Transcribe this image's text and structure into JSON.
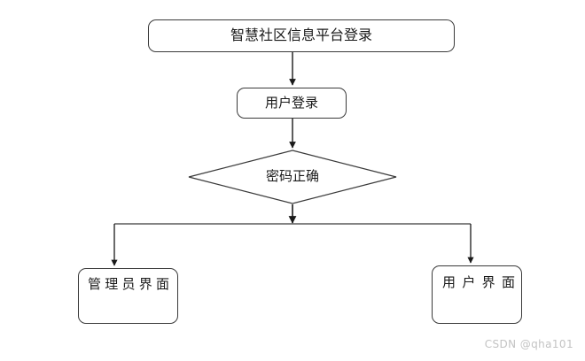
{
  "diagram": {
    "type": "flowchart",
    "background_color": "#ffffff",
    "line_color": "#3a3a3a",
    "text_color": "#1a1a1a",
    "nodes": [
      {
        "id": "title",
        "label": "智慧社区信息平台登录",
        "shape": "rounded-rectangle"
      },
      {
        "id": "login",
        "label": "用户登录",
        "shape": "rounded-rectangle"
      },
      {
        "id": "decision",
        "label": "密码正确",
        "shape": "diamond"
      },
      {
        "id": "admin_ui",
        "label": "管理员界面",
        "shape": "rounded-rectangle"
      },
      {
        "id": "user_ui",
        "label": "用户界面",
        "shape": "rounded-rectangle"
      }
    ],
    "edges": [
      {
        "from": "title",
        "to": "login",
        "label": ""
      },
      {
        "from": "login",
        "to": "decision",
        "label": ""
      },
      {
        "from": "decision",
        "to": "admin_ui",
        "label": ""
      },
      {
        "from": "decision",
        "to": "user_ui",
        "label": ""
      }
    ]
  },
  "watermark": {
    "text": "CSDN @qha101",
    "color": "#c3c3c3"
  }
}
